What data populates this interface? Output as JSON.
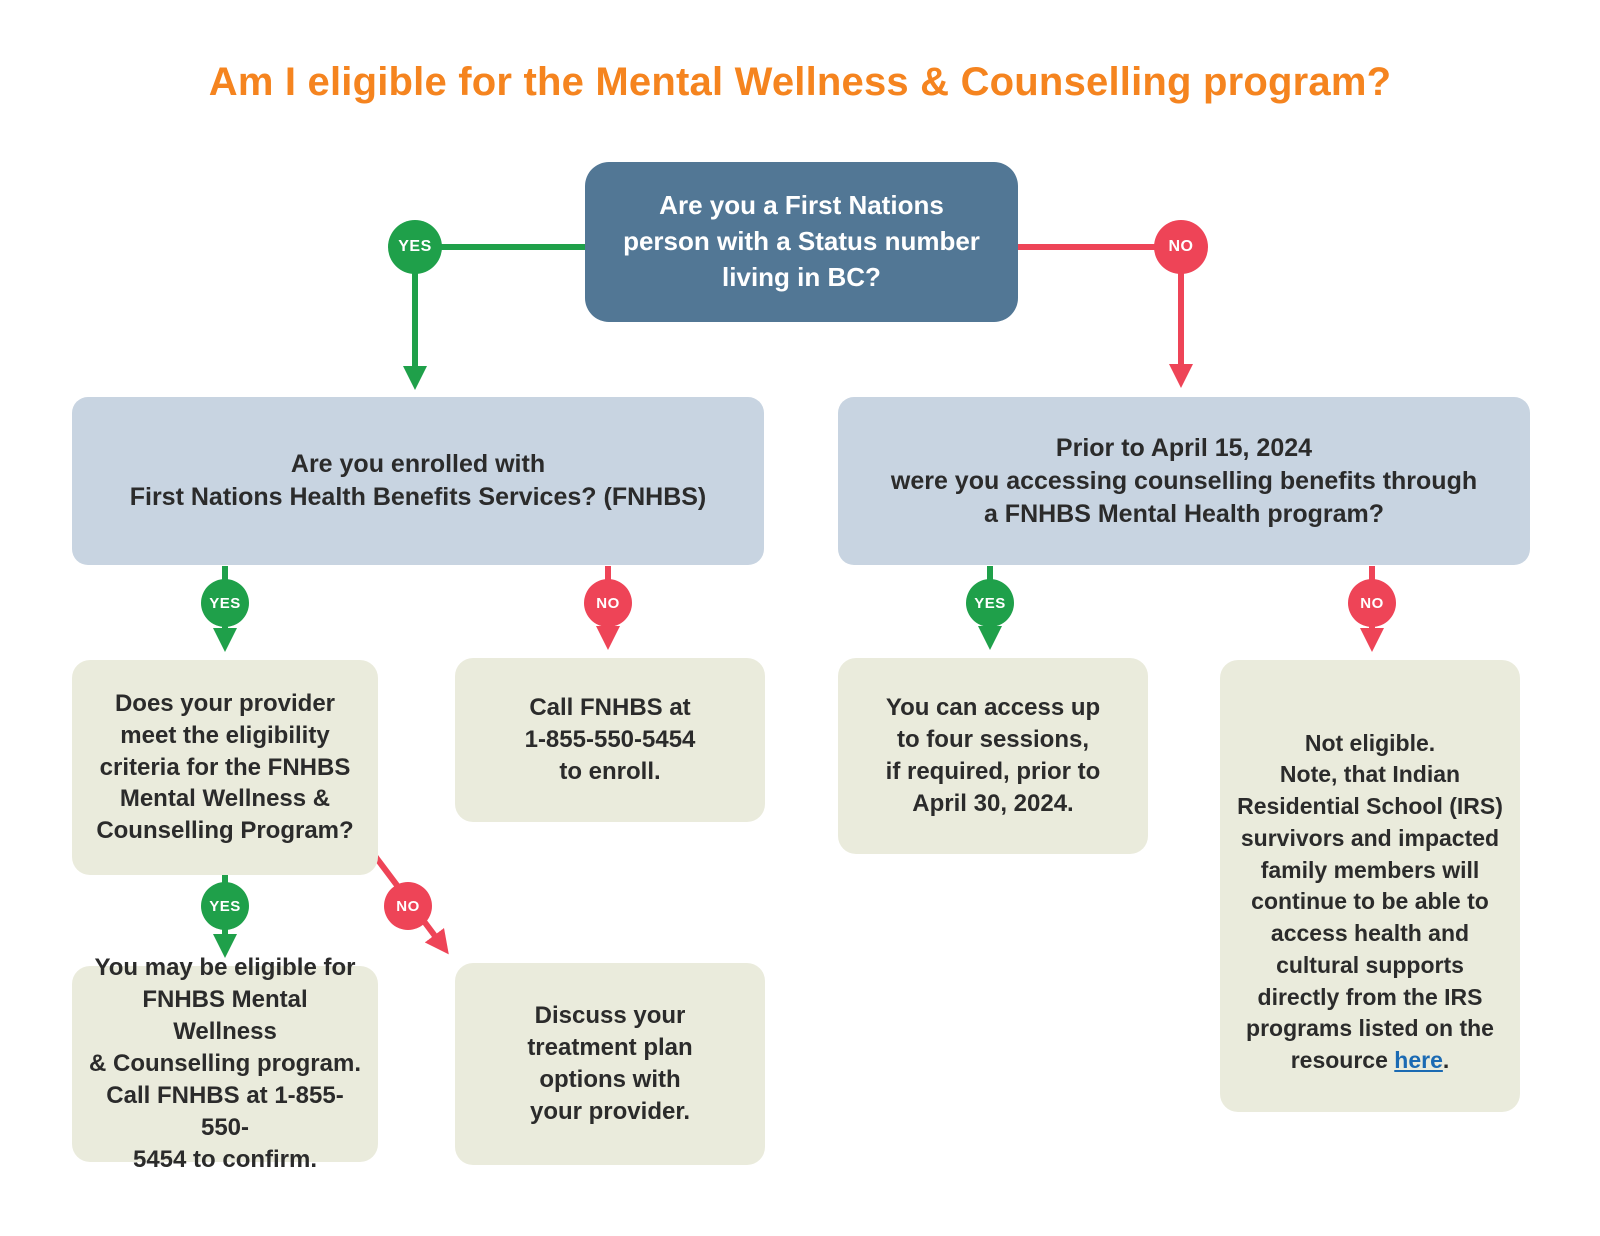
{
  "title": "Am I eligible for the Mental Wellness & Counselling program?",
  "labels": {
    "yes": "YES",
    "no": "NO"
  },
  "nodes": {
    "q_first_nations": "Are you a First Nations\nperson with a Status number\nliving in BC?",
    "q_enrolled": "Are you enrolled with\nFirst Nations Health Benefits Services? (FNHBS)",
    "q_prior_access": "Prior to April 15, 2024\nwere you accessing counselling benefits through\na FNHBS Mental Health program?",
    "provider_criteria": "Does your provider\nmeet the eligibility\ncriteria for the FNHBS\nMental Wellness &\nCounselling Program?",
    "call_to_enroll": "Call FNHBS at\n1-855-550-5454\nto enroll.",
    "four_sessions": "You can access up\nto four sessions,\nif required, prior to\nApril 30, 2024.",
    "may_be_eligible": "You may be eligible for\nFNHBS Mental Wellness\n& Counselling program.\nCall FNHBS at 1-855-550-\n5454 to confirm.",
    "discuss_plan": "Discuss your\ntreatment plan\noptions with\nyour provider.",
    "not_eligible": {
      "text": "Not eligible.\nNote, that Indian Residential School (IRS) survivors and impacted family members will continue to be able to access health and cultural supports directly from the IRS programs listed on the resource ",
      "link_text": "here",
      "suffix": "."
    }
  },
  "colors": {
    "title_orange": "#f5841f",
    "question_dark_blue": "#527795",
    "question_light_blue": "#c8d4e1",
    "answer_beige": "#eaebdc",
    "yes_green": "#1fa04a",
    "no_red": "#ee4457",
    "link_blue": "#1b6ab3",
    "text_dark": "#2b2b2b"
  }
}
